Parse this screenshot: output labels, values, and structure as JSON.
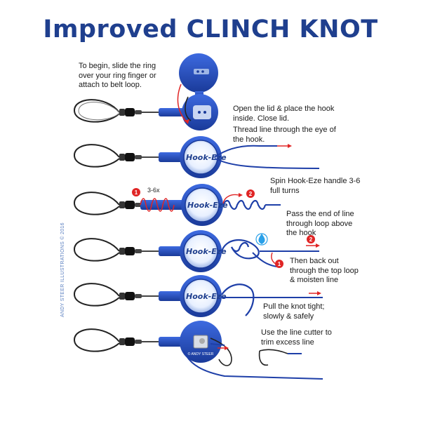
{
  "title": "Improved CLINCH KNOT",
  "credit": "ANDY STEER ILLUSTRATIONS © 2016",
  "brand": "Hook-Eze",
  "maker_mark": "© ANDY STEER",
  "steps": [
    {
      "text_lines": [
        "To begin, slide the ring",
        "over your ring finger or",
        "attach to belt loop."
      ]
    },
    {
      "text_lines": [
        "Open the lid & place the hook",
        "inside. Close lid."
      ]
    },
    {
      "text_lines": [
        "Thread line through the eye of",
        "the hook."
      ]
    },
    {
      "text_lines": [
        "Spin Hook-Eze handle 3-6",
        "full turns"
      ],
      "turns_label": "3-6x",
      "markers": [
        "1",
        "2"
      ]
    },
    {
      "text_lines": [
        "Pass the end of line",
        "through loop above",
        "the hook"
      ]
    },
    {
      "text_lines": [
        "Then back out",
        "through the top loop",
        "& moisten  line"
      ],
      "markers": [
        "1",
        "2"
      ]
    },
    {
      "text_lines": [
        "Pull the knot tight;",
        "slowly & safely"
      ]
    },
    {
      "text_lines": [
        "Use the line cutter to",
        "trim excess line"
      ]
    }
  ],
  "colors": {
    "title": "#1f3f8e",
    "tool": "#2a52c0",
    "tool_dark": "#1a3a99",
    "line": "#1e3fa8",
    "marker": "#e02525",
    "water": "#2aa0e8"
  }
}
